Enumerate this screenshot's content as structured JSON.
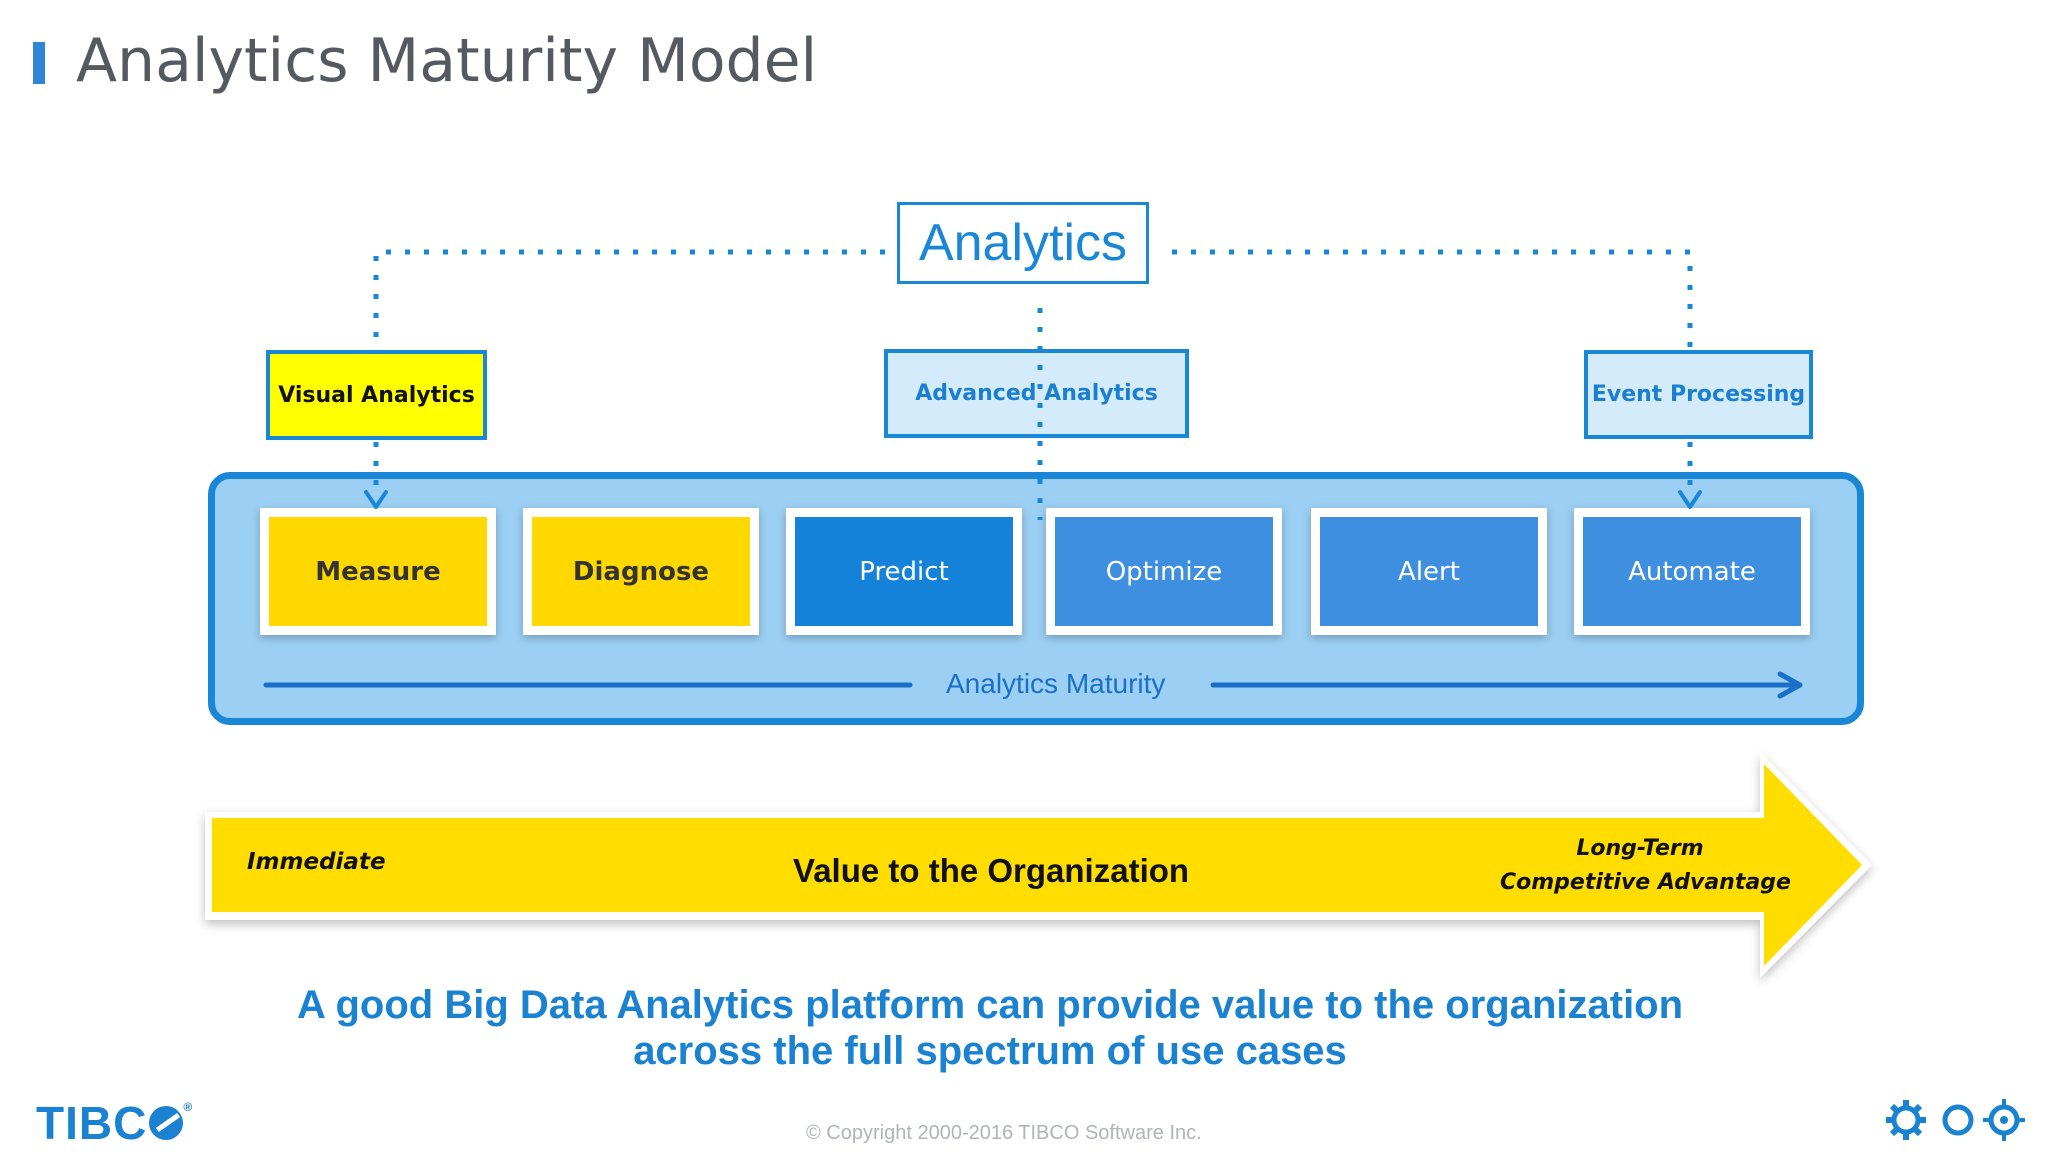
{
  "slide": {
    "title": "Analytics Maturity Model",
    "accent_color": "#2f86d6"
  },
  "diagram": {
    "root": "Analytics",
    "categories": [
      {
        "label": "Visual Analytics",
        "fill": "#ffff00"
      },
      {
        "label": "Advanced Analytics",
        "fill": "#d3ebfb"
      },
      {
        "label": "Event Processing",
        "fill": "#d3ebfb"
      }
    ],
    "stages": [
      "Measure",
      "Diagnose",
      "Predict",
      "Optimize",
      "Alert",
      "Automate"
    ],
    "maturity_label": "Analytics Maturity",
    "value_arrow": {
      "left": "Immediate",
      "center": "Value to the Organization",
      "right_line1": "Long-Term",
      "right_line2": "Competitive Advantage",
      "fill": "#ffdd00"
    }
  },
  "tagline": {
    "line1": "A good Big Data Analytics platform can provide value to the organization",
    "line2": "across the full spectrum of use cases"
  },
  "footer": {
    "logo_text": "TIBC",
    "registered": "®",
    "copyright": "© Copyright 2000-2016 TIBCO Software Inc.",
    "icons": [
      "gear-icon",
      "ring-icon",
      "crosshair-icon"
    ]
  }
}
